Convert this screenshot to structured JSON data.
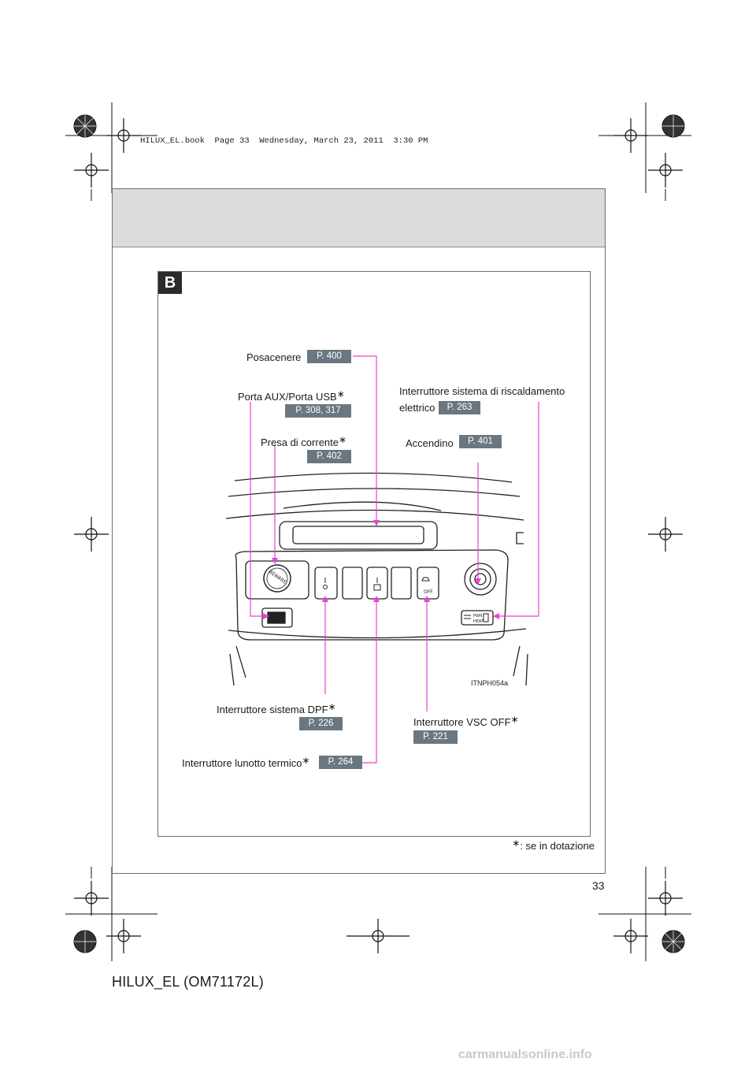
{
  "header": {
    "file_info": "HILUX_EL.book  Page 33  Wednesday, March 23, 2011  3:30 PM"
  },
  "section": {
    "badge": "B"
  },
  "callouts": {
    "posacenere": {
      "label": "Posacenere",
      "page": "P. 400"
    },
    "porta_aux": {
      "label": "Porta AUX/Porta USB",
      "asterisk": "∗",
      "page": "P. 308, 317"
    },
    "presa_corrente": {
      "label": "Presa di corrente",
      "asterisk": "∗",
      "page": "P. 402"
    },
    "riscaldamento": {
      "label_line1": "Interruttore sistema di riscaldamento",
      "label_line2": "elettrico",
      "page": "P. 263"
    },
    "accendino": {
      "label": "Accendino",
      "page": "P. 401"
    },
    "dpf": {
      "label": "Interruttore sistema DPF",
      "asterisk": "∗",
      "page": "P. 226"
    },
    "vsc": {
      "label": "Interruttore VSC OFF",
      "asterisk": "∗",
      "page": "P. 221"
    },
    "lunotto": {
      "label": "Interruttore lunotto termico",
      "asterisk": "∗",
      "page": "P. 264"
    }
  },
  "illustration": {
    "code": "ITNPH054a",
    "socket_cap_text": "BEWARE",
    "vsc_button_text": "OFF",
    "pwr_heat_text_1": "PWR",
    "pwr_heat_text_2": "HEAT"
  },
  "footnote": {
    "asterisk": "∗",
    "text": ": se in dotazione"
  },
  "page_number": "33",
  "document_code": "HILUX_EL (OM71172L)",
  "watermark": "carmanualsonline.info",
  "colors": {
    "leader_line": "#ee3fd2",
    "page_badge": "#6b7780",
    "header_band": "#dcdcdc"
  }
}
